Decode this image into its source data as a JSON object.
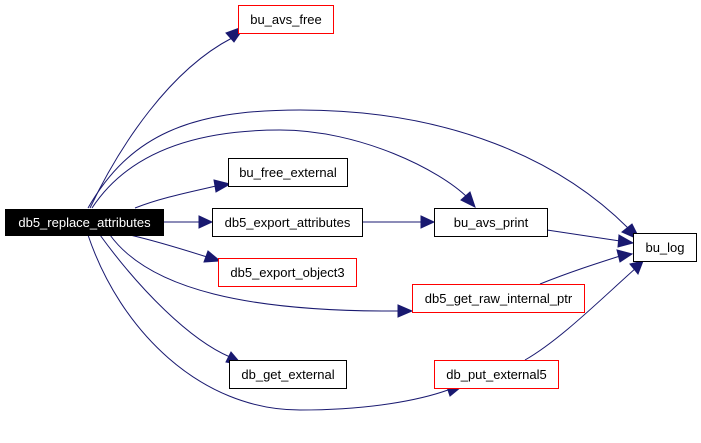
{
  "graph": {
    "root": {
      "id": "root",
      "label": "db5_replace_attributes",
      "style": "root"
    },
    "nodes": [
      {
        "id": "bu_avs_free",
        "label": "bu_avs_free",
        "style": "red"
      },
      {
        "id": "bu_free_external",
        "label": "bu_free_external",
        "style": "black"
      },
      {
        "id": "db5_export_attributes",
        "label": "db5_export_attributes",
        "style": "black"
      },
      {
        "id": "db5_export_object3",
        "label": "db5_export_object3",
        "style": "red"
      },
      {
        "id": "bu_avs_print",
        "label": "bu_avs_print",
        "style": "black"
      },
      {
        "id": "bu_log",
        "label": "bu_log",
        "style": "black"
      },
      {
        "id": "db5_get_raw_internal_ptr",
        "label": "db5_get_raw_internal_ptr",
        "style": "red"
      },
      {
        "id": "db_get_external",
        "label": "db_get_external",
        "style": "black"
      },
      {
        "id": "db_put_external5",
        "label": "db_put_external5",
        "style": "red"
      }
    ],
    "edges": [
      {
        "from": "root",
        "to": "bu_avs_free"
      },
      {
        "from": "root",
        "to": "bu_log"
      },
      {
        "from": "root",
        "to": "bu_avs_print"
      },
      {
        "from": "root",
        "to": "bu_free_external"
      },
      {
        "from": "root",
        "to": "db5_export_attributes"
      },
      {
        "from": "root",
        "to": "db5_export_object3"
      },
      {
        "from": "root",
        "to": "db5_get_raw_internal_ptr"
      },
      {
        "from": "root",
        "to": "db_get_external"
      },
      {
        "from": "root",
        "to": "db_put_external5"
      },
      {
        "from": "db5_export_attributes",
        "to": "bu_avs_print"
      },
      {
        "from": "bu_avs_print",
        "to": "bu_log"
      },
      {
        "from": "db5_get_raw_internal_ptr",
        "to": "bu_log"
      },
      {
        "from": "db_put_external5",
        "to": "bu_log"
      }
    ],
    "colors": {
      "edge": "#191970",
      "red_border": "#ff0000",
      "black_border": "#000000",
      "root_fill": "#000000",
      "root_text": "#ffffff",
      "node_fill": "#ffffff"
    }
  }
}
